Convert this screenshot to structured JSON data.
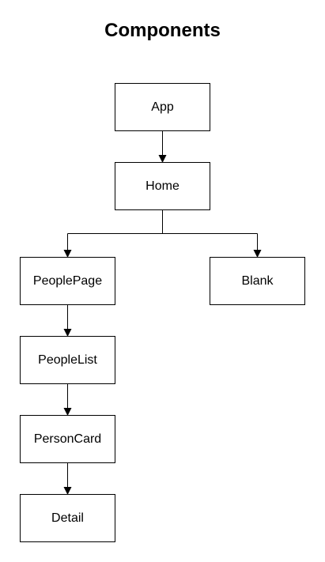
{
  "diagram": {
    "title": "Components",
    "nodes": [
      {
        "id": "app",
        "label": "App"
      },
      {
        "id": "home",
        "label": "Home"
      },
      {
        "id": "peoplepage",
        "label": "PeoplePage"
      },
      {
        "id": "blank",
        "label": "Blank"
      },
      {
        "id": "peoplelist",
        "label": "PeopleList"
      },
      {
        "id": "personcard",
        "label": "PersonCard"
      },
      {
        "id": "detail",
        "label": "Detail"
      }
    ],
    "edges": [
      {
        "from": "app",
        "to": "home"
      },
      {
        "from": "home",
        "to": "peoplepage"
      },
      {
        "from": "home",
        "to": "blank"
      },
      {
        "from": "peoplepage",
        "to": "peoplelist"
      },
      {
        "from": "peoplelist",
        "to": "personcard"
      },
      {
        "from": "personcard",
        "to": "detail"
      }
    ]
  }
}
